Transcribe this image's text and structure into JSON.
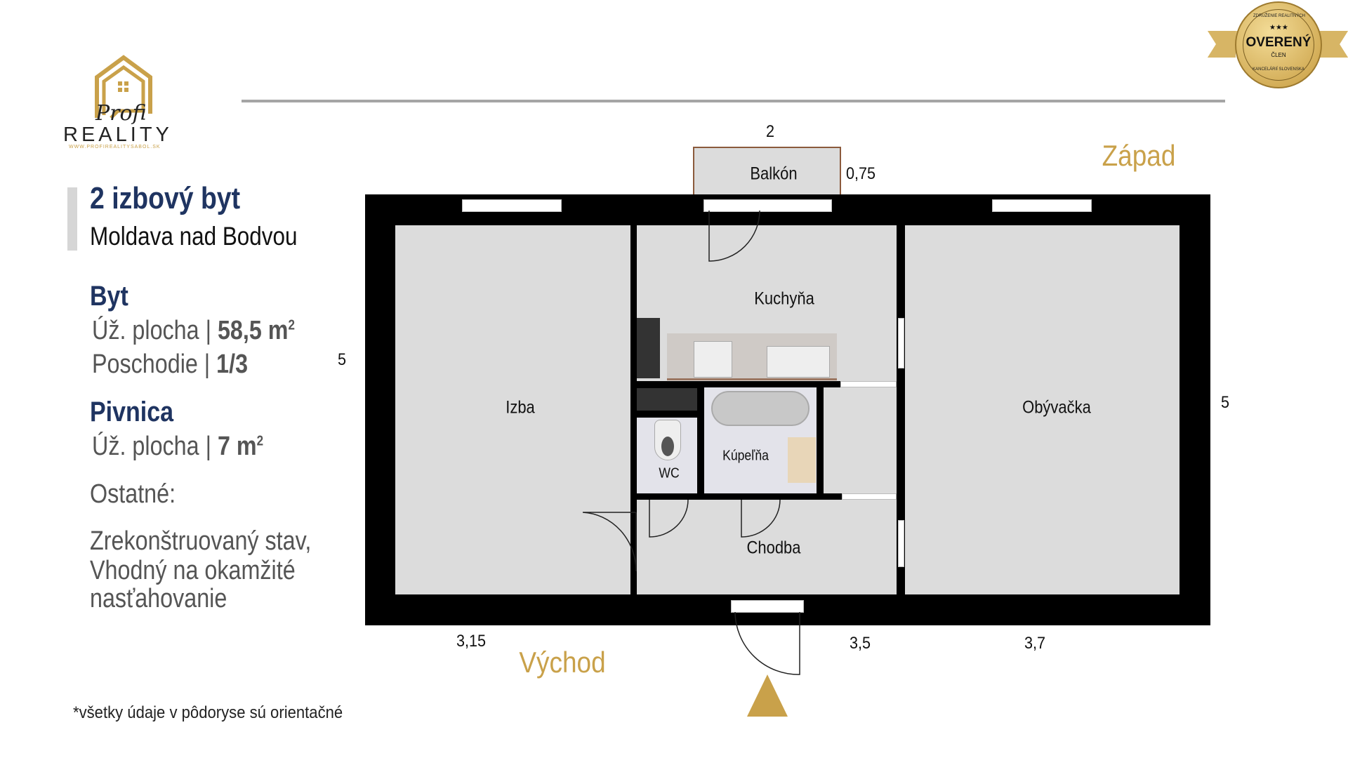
{
  "logo": {
    "script": "Profi",
    "name": "REALITY",
    "url": "WWW.PROFIREALITYSABOL.SK"
  },
  "badge": {
    "top": "ZDRUŽENIE REALITNÝCH",
    "main": "OVERENÝ",
    "sub": "ČLEN",
    "bottom": "KANCELÁRIÍ SLOVENSKA"
  },
  "listing": {
    "title": "2 izbový byt",
    "location": "Moldava nad Bodvou"
  },
  "byt": {
    "heading": "Byt",
    "area_label": "Úž. plocha | ",
    "area_value": "58,5 m",
    "sup": "2",
    "floor_label": "Poschodie | ",
    "floor_value": "1/3"
  },
  "pivnica": {
    "heading": "Pivnica",
    "area_label": "Úž. plocha | ",
    "area_value": "7 m",
    "sup": "2"
  },
  "ostatne": {
    "heading": "Ostatné:",
    "lines": [
      "Zrekonštruovaný stav,",
      "Vhodný na okamžité",
      "nasťahovanie"
    ]
  },
  "footnote": "*všetky údaje v pôdoryse sú orientačné",
  "plan": {
    "rooms": {
      "balcony": "Balkón",
      "kitchen": "Kuchyňa",
      "room": "Izba",
      "living": "Obývačka",
      "bath": "Kúpeľňa",
      "wc": "WC",
      "hall": "Chodba"
    },
    "dims": {
      "balcony_w": "2",
      "balcony_d": "0,75",
      "left": "5",
      "right": "5",
      "bottom_left": "3,15",
      "bottom_mid": "3,5",
      "bottom_right": "3,7"
    },
    "directions": {
      "west": "Západ",
      "east": "Východ"
    }
  },
  "colors": {
    "navy": "#1f3461",
    "gold": "#c9a14a"
  }
}
